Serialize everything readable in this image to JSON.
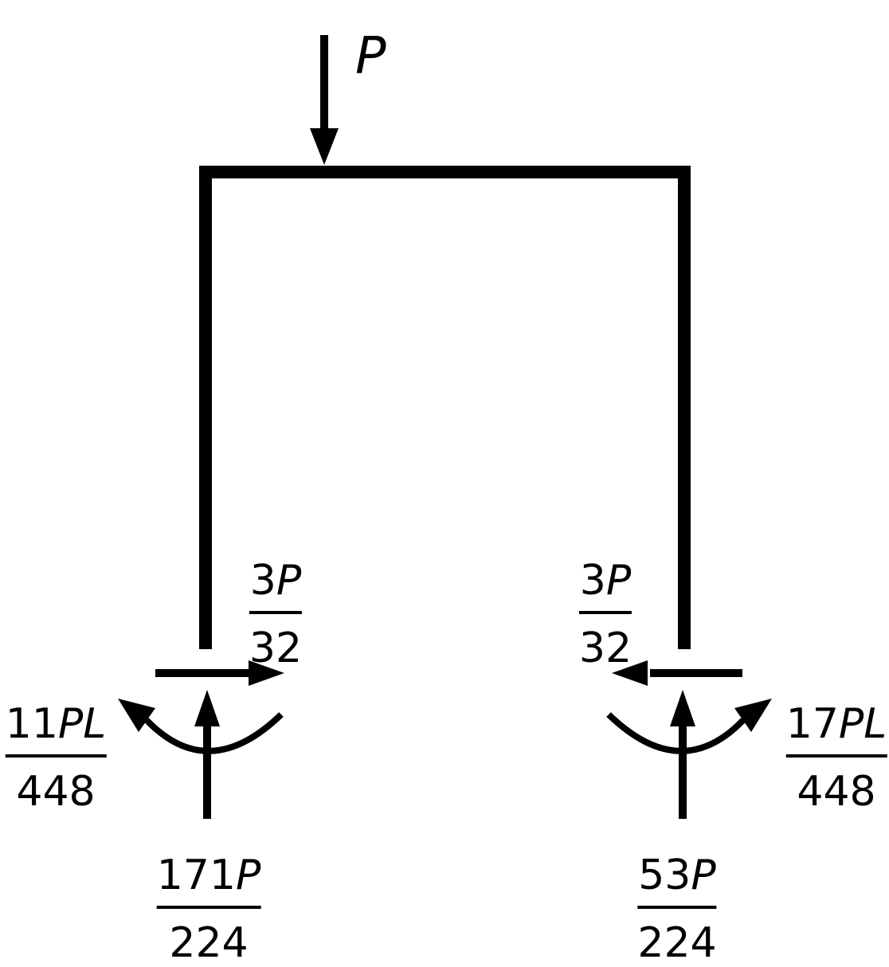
{
  "colors": {
    "ink": "#000000",
    "background": "#ffffff"
  },
  "figure": {
    "applied_load": {
      "label": "P",
      "direction": "down"
    },
    "left_support": {
      "horizontal_reaction": {
        "numerator_coeff": "3",
        "numerator_var": "P",
        "denominator": "32",
        "direction": "right"
      },
      "moment_reaction": {
        "numerator_coeff": "11",
        "numerator_var": "PL",
        "denominator": "448",
        "direction": "clockwise"
      },
      "vertical_reaction": {
        "numerator_coeff": "171",
        "numerator_var": "P",
        "denominator": "224",
        "direction": "up"
      }
    },
    "right_support": {
      "horizontal_reaction": {
        "numerator_coeff": "3",
        "numerator_var": "P",
        "denominator": "32",
        "direction": "left"
      },
      "moment_reaction": {
        "numerator_coeff": "17",
        "numerator_var": "PL",
        "denominator": "448",
        "direction": "counterclockwise"
      },
      "vertical_reaction": {
        "numerator_coeff": "53",
        "numerator_var": "P",
        "denominator": "224",
        "direction": "up"
      }
    }
  }
}
